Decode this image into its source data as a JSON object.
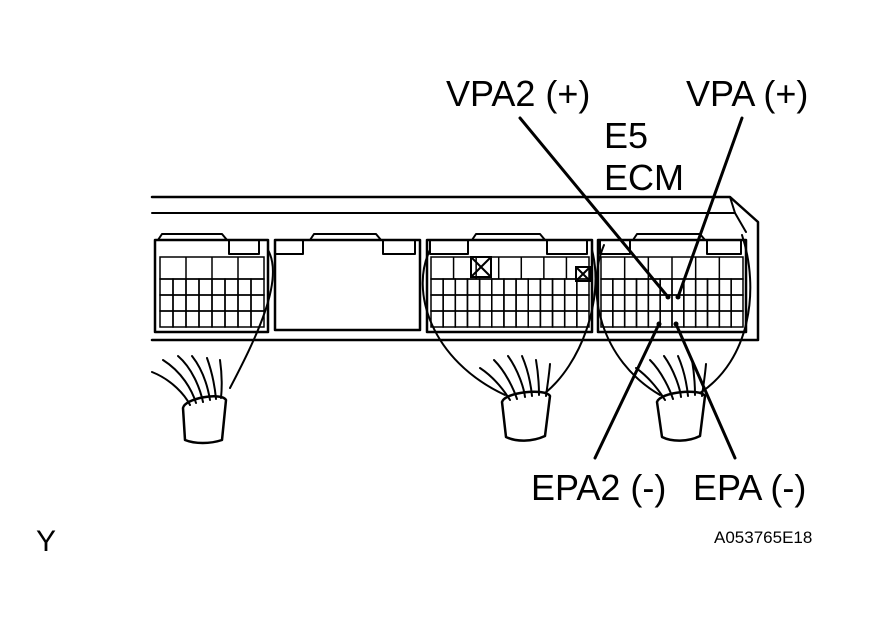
{
  "labels": {
    "vpa2": "VPA2 (+)",
    "vpa": "VPA (+)",
    "connector": "E5",
    "unit": "ECM",
    "epa2": "EPA2 (-)",
    "epa": "EPA (-)",
    "view_marker": "Y",
    "figure_id": "A053765E18"
  },
  "colors": {
    "line": "#000000",
    "background": "#ffffff"
  }
}
